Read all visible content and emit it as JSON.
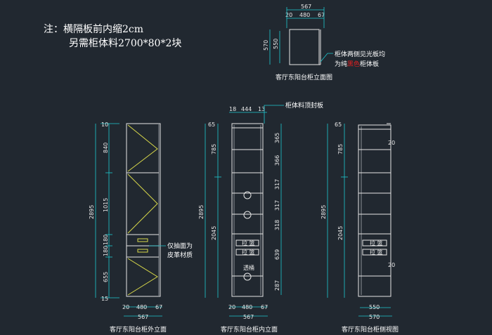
{
  "notes": {
    "line1": "注：横隔板前内缩2cm",
    "line2": "另需柜体料2700*80*2块"
  },
  "top_view": {
    "title": "客厅东阳台柜立面图",
    "width_total": "567",
    "width_parts": [
      "20",
      "480",
      "67"
    ],
    "depth_outer": "570",
    "depth_inner": "550",
    "callout_line1": "柜体两侧见光板均",
    "callout_line2_pre": "为纯",
    "callout_line2_red": "黑色",
    "callout_line2_post": "柜体板",
    "callout_red_color": "#e02020"
  },
  "outer_view": {
    "title": "客厅东阳台柜外立面",
    "top_gap": "10",
    "bottom_gap": "15",
    "overall_height": "2895",
    "segments": [
      "840",
      "1015",
      "180",
      "180",
      "655"
    ],
    "width_total": "567",
    "width_parts": [
      "20",
      "480",
      "67"
    ],
    "callout_line1": "仅抽面为",
    "callout_line2": "皮革材质"
  },
  "inner_view": {
    "title": "客厅东阳台柜内立面",
    "top_dims": [
      "18",
      "444",
      "13"
    ],
    "top_callout": "柜体料顶封板",
    "top_gap": "65",
    "overall_height": "2895",
    "left_upper": "785",
    "left_lower": "2045",
    "right_segments": [
      "365",
      "366",
      "317",
      "317",
      "318",
      "639",
      "287"
    ],
    "drawer_label_1": "拉 篮",
    "drawer_label_2": "拉 篮",
    "drawer_label_3": "透桶",
    "width_total": "567",
    "width_parts": [
      "20",
      "480",
      "67"
    ]
  },
  "side_view": {
    "title": "客厅东阳台柜侧视图",
    "top_gap": "65",
    "overall_height": "2895",
    "left_upper": "785",
    "left_lower": "2045",
    "side_mark_1": "20",
    "side_mark_2": "20",
    "drawer_label_1": "拉 篮",
    "drawer_label_2": "拉 篮",
    "width_inner": "550",
    "width_outer": "570"
  }
}
